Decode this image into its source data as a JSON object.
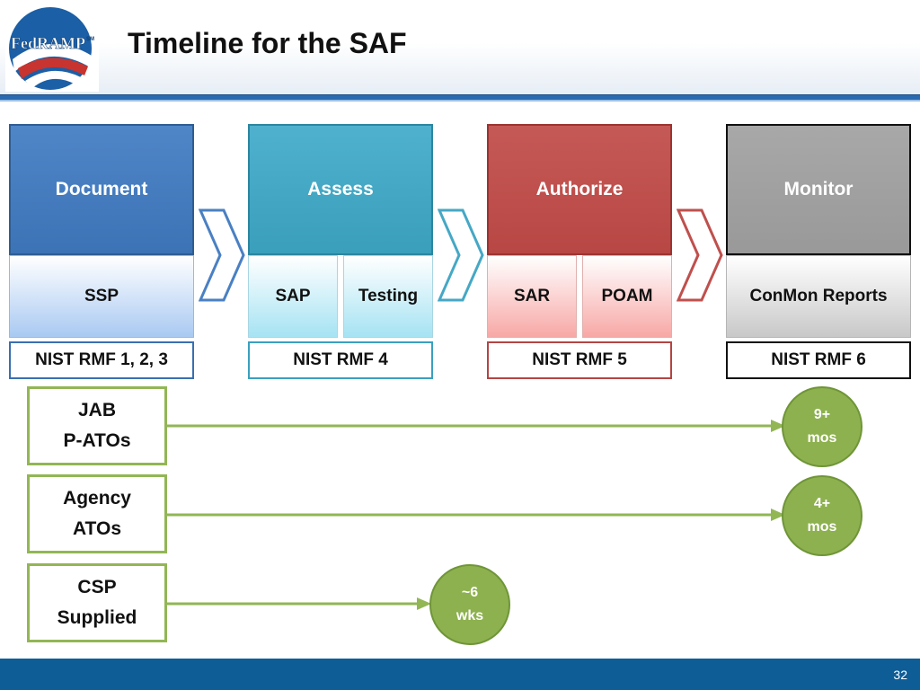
{
  "slide": {
    "title": "Timeline for the SAF",
    "page_number": "32"
  },
  "logo": {
    "text": "FedRAMP",
    "mark": "SM"
  },
  "phases": [
    {
      "label": "Document",
      "subs": [
        "SSP"
      ],
      "nist": "NIST RMF 1, 2, 3",
      "color": "#4a80c3"
    },
    {
      "label": "Assess",
      "subs": [
        "SAP",
        "Testing"
      ],
      "nist": "NIST RMF 4",
      "color": "#45a8c5"
    },
    {
      "label": "Authorize",
      "subs": [
        "SAR",
        "POAM"
      ],
      "nist": "NIST RMF 5",
      "color": "#bf504d"
    },
    {
      "label": "Monitor",
      "subs": [
        "ConMon Reports"
      ],
      "nist": "NIST RMF 6",
      "color": "#a0a0a0"
    }
  ],
  "timelines": [
    {
      "line1": "JAB",
      "line2": "P-ATOs",
      "dur1": "9+",
      "dur2": "mos"
    },
    {
      "line1": "Agency",
      "line2": "ATOs",
      "dur1": "4+",
      "dur2": "mos"
    },
    {
      "line1": "CSP",
      "line2": "Supplied",
      "dur1": "~6",
      "dur2": "wks"
    }
  ],
  "colors": {
    "header_rule": "#2a6ab0",
    "footer": "#0e5d97",
    "timeline_green": "#8db14e"
  }
}
